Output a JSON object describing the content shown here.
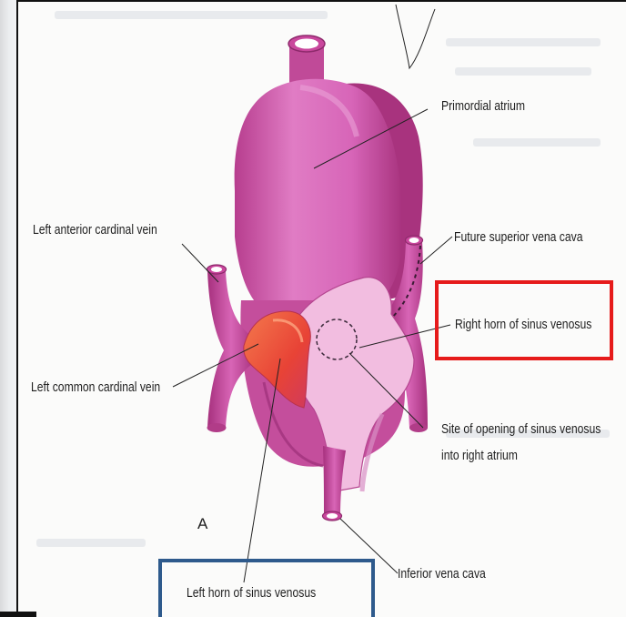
{
  "labels": {
    "primordial_atrium": "Primordial atrium",
    "left_anterior_cardinal_vein": "Left anterior cardinal vein",
    "future_superior_vena_cava": "Future superior vena cava",
    "right_horn_of_sinus_venosus": "Right horn of sinus venosus",
    "left_common_cardinal_vein": "Left common cardinal vein",
    "site_of_opening_line1": "Site of opening of sinus venosus",
    "site_of_opening_line2": "into right atrium",
    "panel_letter": "A",
    "inferior_vena_cava": "Inferior vena cava",
    "left_horn_of_sinus_venosus": "Left horn of sinus venosus"
  },
  "highlight_colors": {
    "red_box": "#e61b1b",
    "blue_box": "#2e5a8c"
  },
  "structure_colors": {
    "atrium": "#d65fb4",
    "atrium_dark": "#a8337e",
    "veins": "#c9479d",
    "sinus_light": "#f2bde0",
    "left_horn": "#ec5040"
  }
}
